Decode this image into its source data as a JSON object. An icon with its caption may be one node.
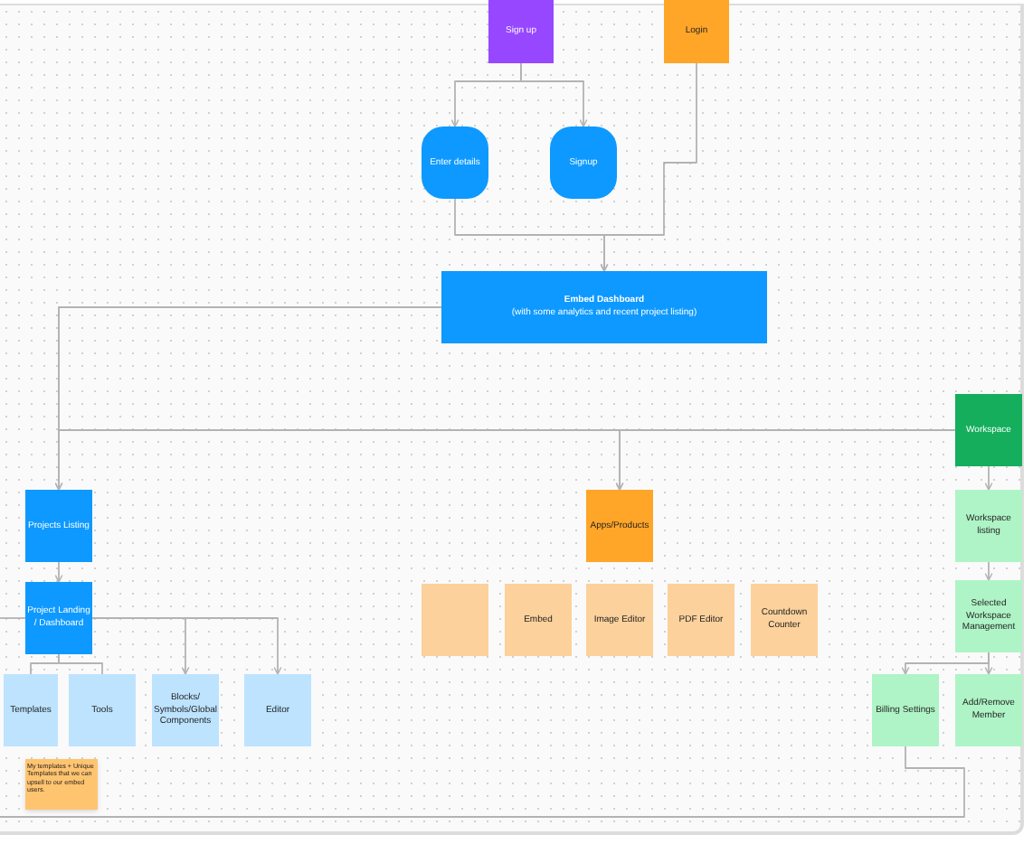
{
  "diagram": {
    "nodes": [
      {
        "text": [
          "Sign up"
        ]
      },
      {
        "text": [
          "Login"
        ]
      },
      {
        "text": [
          "Enter details"
        ]
      },
      {
        "text": [
          "Signup"
        ]
      },
      {
        "text": [
          "Embed Dashboard",
          "(with some analytics and recent project listing)"
        ]
      },
      {
        "text": [
          "Projects Listing"
        ]
      },
      {
        "text": [
          "Apps/Products"
        ]
      },
      {
        "text": [
          "Workspace"
        ]
      },
      {
        "text": [
          "Project Landing / Dashboard"
        ]
      },
      {
        "text": [
          "Templates"
        ]
      },
      {
        "text": [
          "Tools"
        ]
      },
      {
        "text": [
          "Blocks/ Symbols/Global Components"
        ]
      },
      {
        "text": [
          "Editor"
        ]
      },
      {
        "text": [
          "My templates + Unique Templates that we can upsell to our embed users."
        ]
      },
      {
        "text": [],
        "shape": "box"
      },
      {
        "text": [
          "Embed"
        ]
      },
      {
        "text": [
          "Image Editor"
        ]
      },
      {
        "text": [
          "PDF Editor"
        ]
      },
      {
        "text": [
          "Countdown Counter"
        ]
      },
      {
        "text": [
          "Workspace listing"
        ]
      },
      {
        "text": [
          "Selected Workspace Management"
        ]
      },
      {
        "text": [
          "Billing Settings"
        ]
      },
      {
        "text": [
          "Add/Remove Member"
        ]
      }
    ],
    "edges": [
      {
        "from": 0,
        "to": 2,
        "arrow": "to"
      },
      {
        "from": 0,
        "to": 3,
        "arrow": "to"
      },
      {
        "from": 2,
        "to": 4,
        "arrow": "to"
      },
      {
        "from": 1,
        "to": 4,
        "arrow": "to"
      },
      {
        "from": 4,
        "to": 5,
        "arrow": "to"
      },
      {
        "from": 4,
        "to": 6,
        "arrow": "to"
      },
      {
        "from": 7,
        "to": 5,
        "arrow": "to"
      },
      {
        "from": 7,
        "to": 6,
        "arrow": "to"
      },
      {
        "from": 5,
        "to": 8,
        "arrow": "to"
      },
      {
        "from": 8,
        "to": 9,
        "arrow": "none"
      },
      {
        "from": 8,
        "to": 10,
        "arrow": "none"
      },
      {
        "from": 8,
        "to": 11,
        "arrow": "to"
      },
      {
        "from": 8,
        "to": 12,
        "arrow": "to"
      },
      {
        "from": 8,
        "to": null,
        "arrow": "none"
      },
      {
        "from": 7,
        "to": 19,
        "arrow": "to"
      },
      {
        "from": 19,
        "to": 20,
        "arrow": "to"
      },
      {
        "from": 20,
        "to": 21,
        "arrow": "to"
      },
      {
        "from": 20,
        "to": 22,
        "arrow": "to"
      },
      {
        "from": 21,
        "to": null,
        "arrow": "none"
      }
    ]
  }
}
